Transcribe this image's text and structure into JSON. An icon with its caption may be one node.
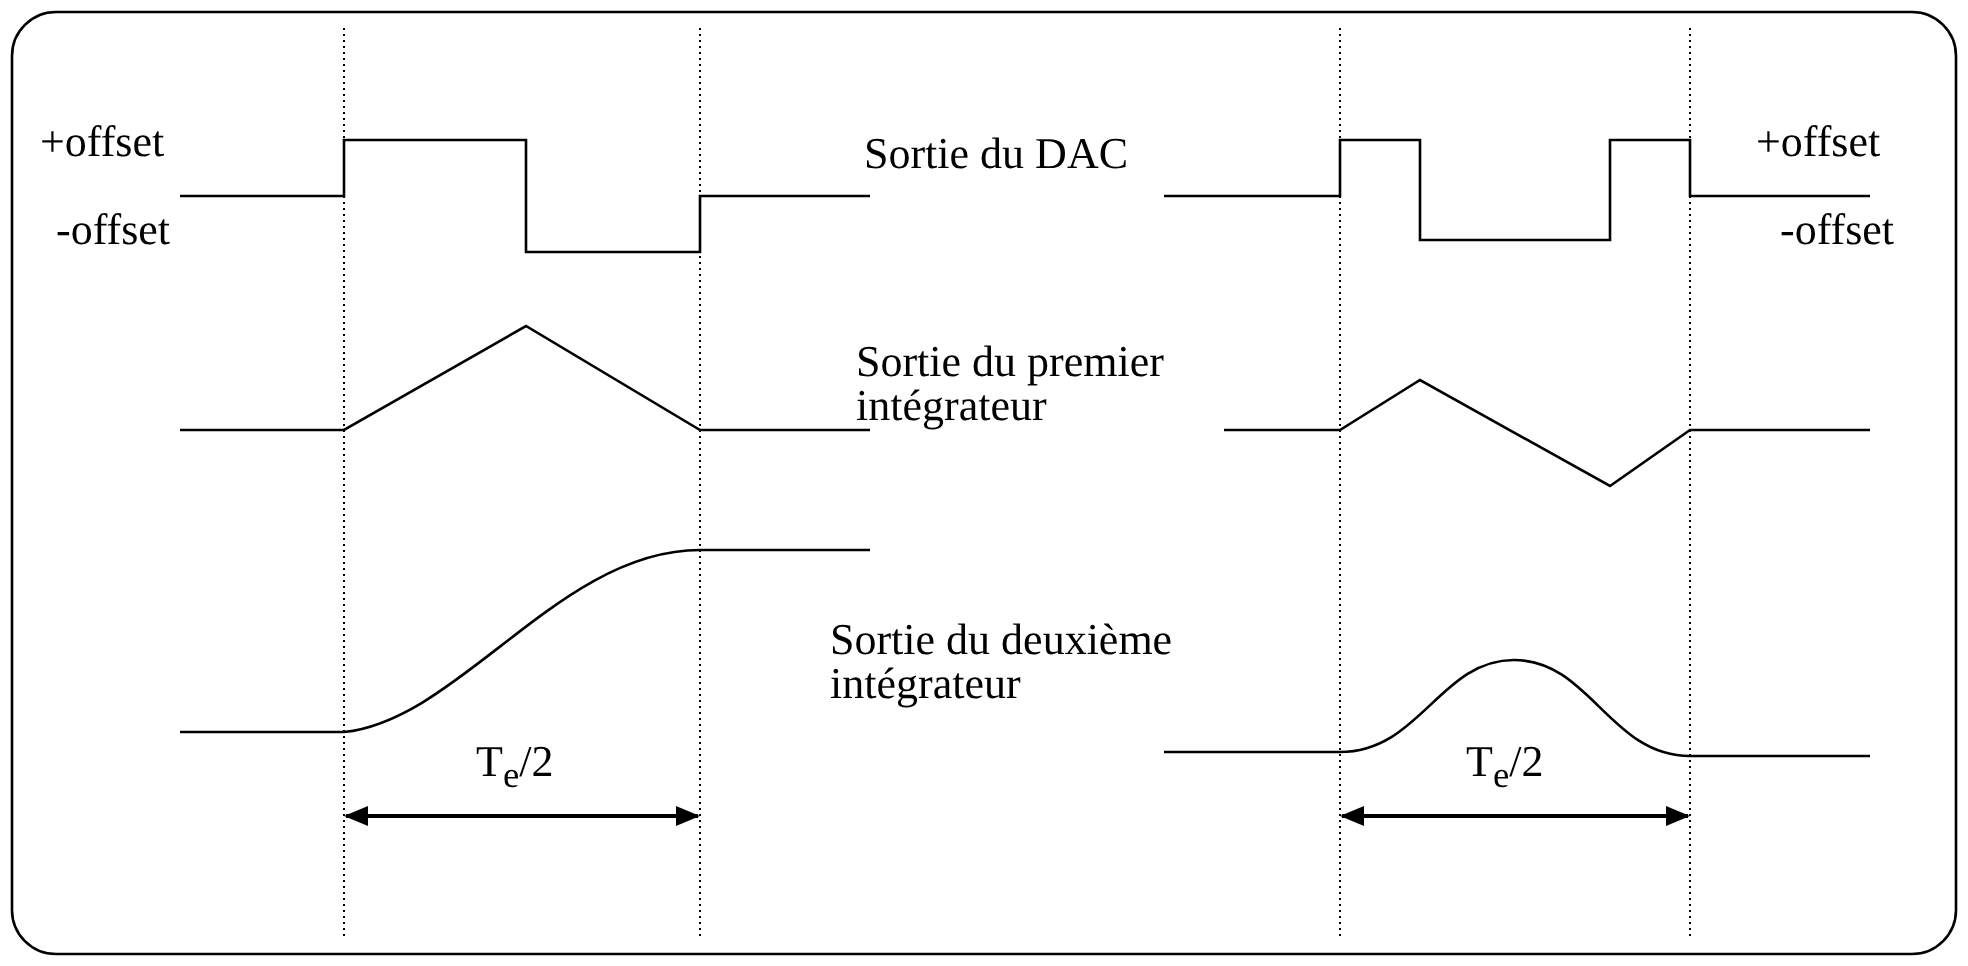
{
  "diagram": {
    "labels": [
      "+offset",
      "Sortie du DAC",
      "+offset",
      "-offset",
      "-offset",
      "Sortie du premier intégrateur",
      "Sortie du deuxième intégrateur",
      "T$_{e}$/2",
      "T$_{e}$/2"
    ]
  }
}
